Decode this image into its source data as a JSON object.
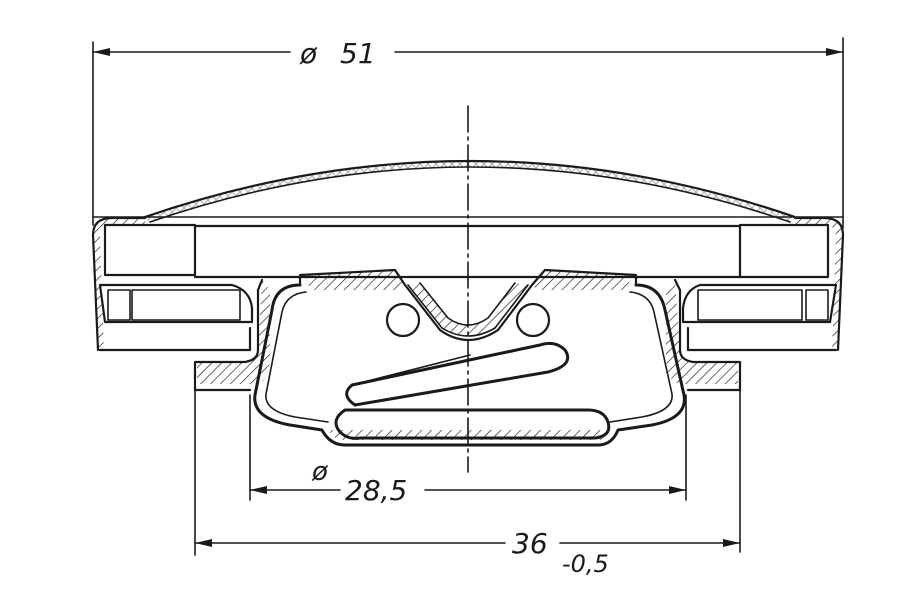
{
  "dimensions": {
    "outer_diameter": {
      "symbol": "ø",
      "value": "51"
    },
    "inner_diameter": {
      "symbol": "ø",
      "value": "28,5"
    },
    "base_width": {
      "value": "36",
      "tolerance": "-0,5"
    }
  }
}
